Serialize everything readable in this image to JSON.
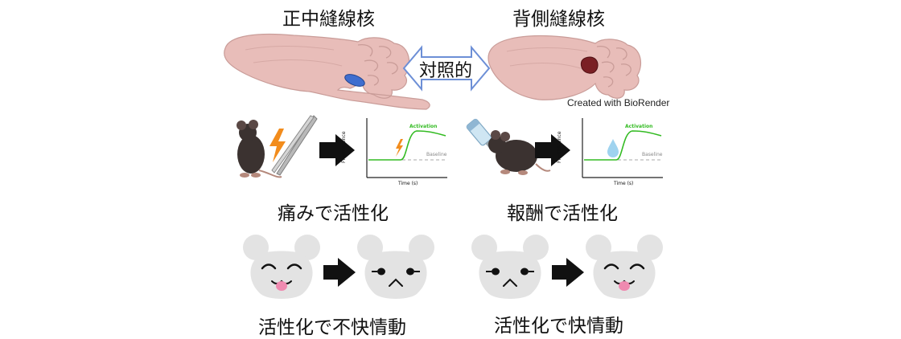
{
  "titles": {
    "left_nucleus": "正中縫線核",
    "right_nucleus": "背側縫線核"
  },
  "compare_label": "対照的",
  "credit": "Created with BioRender",
  "graphs": {
    "ylabel": "Fluorescence",
    "xlabel": "Time (s)",
    "activation_label": "Activation",
    "baseline_label": "Baseline"
  },
  "captions": {
    "left_activation": "痛みで活性化",
    "right_activation": "報酬で活性化",
    "left_emotion": "活性化で不快情動",
    "right_emotion": "活性化で快情動"
  },
  "colors": {
    "brain": "#e8bdb9",
    "brain_outline": "#c99c98",
    "median_raphe": "#3f6ecf",
    "dorsal_raphe": "#7a1f24",
    "activation_line": "#33bb22",
    "baseline_line": "#aaaaaa",
    "lightning": "#f28c1c",
    "droplet": "#9fd3ef",
    "mouse_body": "#3b3230",
    "face": "#e3e3e3",
    "tongue": "#ef8ab0",
    "arrow": "#111111"
  },
  "icons": [
    "brain-icon",
    "mouse-icon",
    "tweezers-icon",
    "lightning-icon",
    "water-bottle-icon",
    "water-drop-icon",
    "arrow-right-icon",
    "double-arrow-icon",
    "mouse-face-icon"
  ]
}
